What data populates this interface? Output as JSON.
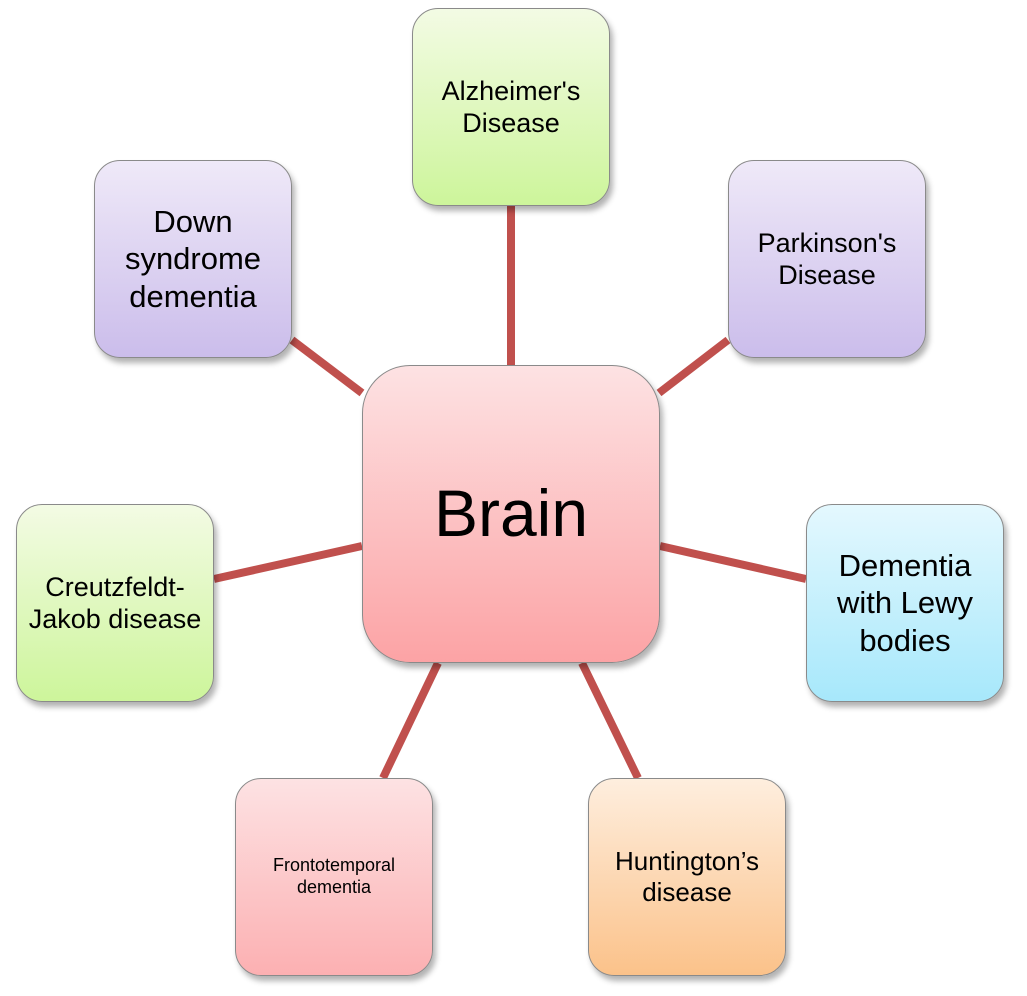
{
  "center": {
    "label": "Brain",
    "fill_top": "#fde2e3",
    "fill_bottom": "#fca3a5"
  },
  "connector_color": "#c0504d",
  "nodes": [
    {
      "id": "alzheimers",
      "label": "Alzheimer's Disease",
      "fill_top": "#f3fbe4",
      "fill_bottom": "#cdf59b"
    },
    {
      "id": "parkinsons",
      "label": "Parkinson's Disease",
      "fill_top": "#efe9f8",
      "fill_bottom": "#cbbdeb"
    },
    {
      "id": "lewy-bodies",
      "label": "Dementia with Lewy bodies",
      "fill_top": "#e4f8fe",
      "fill_bottom": "#a7e8fb"
    },
    {
      "id": "huntingtons",
      "label": "Huntington’s disease",
      "fill_top": "#feeede",
      "fill_bottom": "#fbc28a"
    },
    {
      "id": "frontotemporal",
      "label": "Frontotemporal dementia",
      "fill_top": "#fde2e3",
      "fill_bottom": "#fcb0b2"
    },
    {
      "id": "creutzfeldt-jakob",
      "label": "Creutzfeldt-Jakob disease",
      "fill_top": "#f3fbe4",
      "fill_bottom": "#cdf59b"
    },
    {
      "id": "down-syndrome",
      "label": "Down syndrome dementia",
      "fill_top": "#efe9f8",
      "fill_bottom": "#cbbdeb"
    }
  ]
}
